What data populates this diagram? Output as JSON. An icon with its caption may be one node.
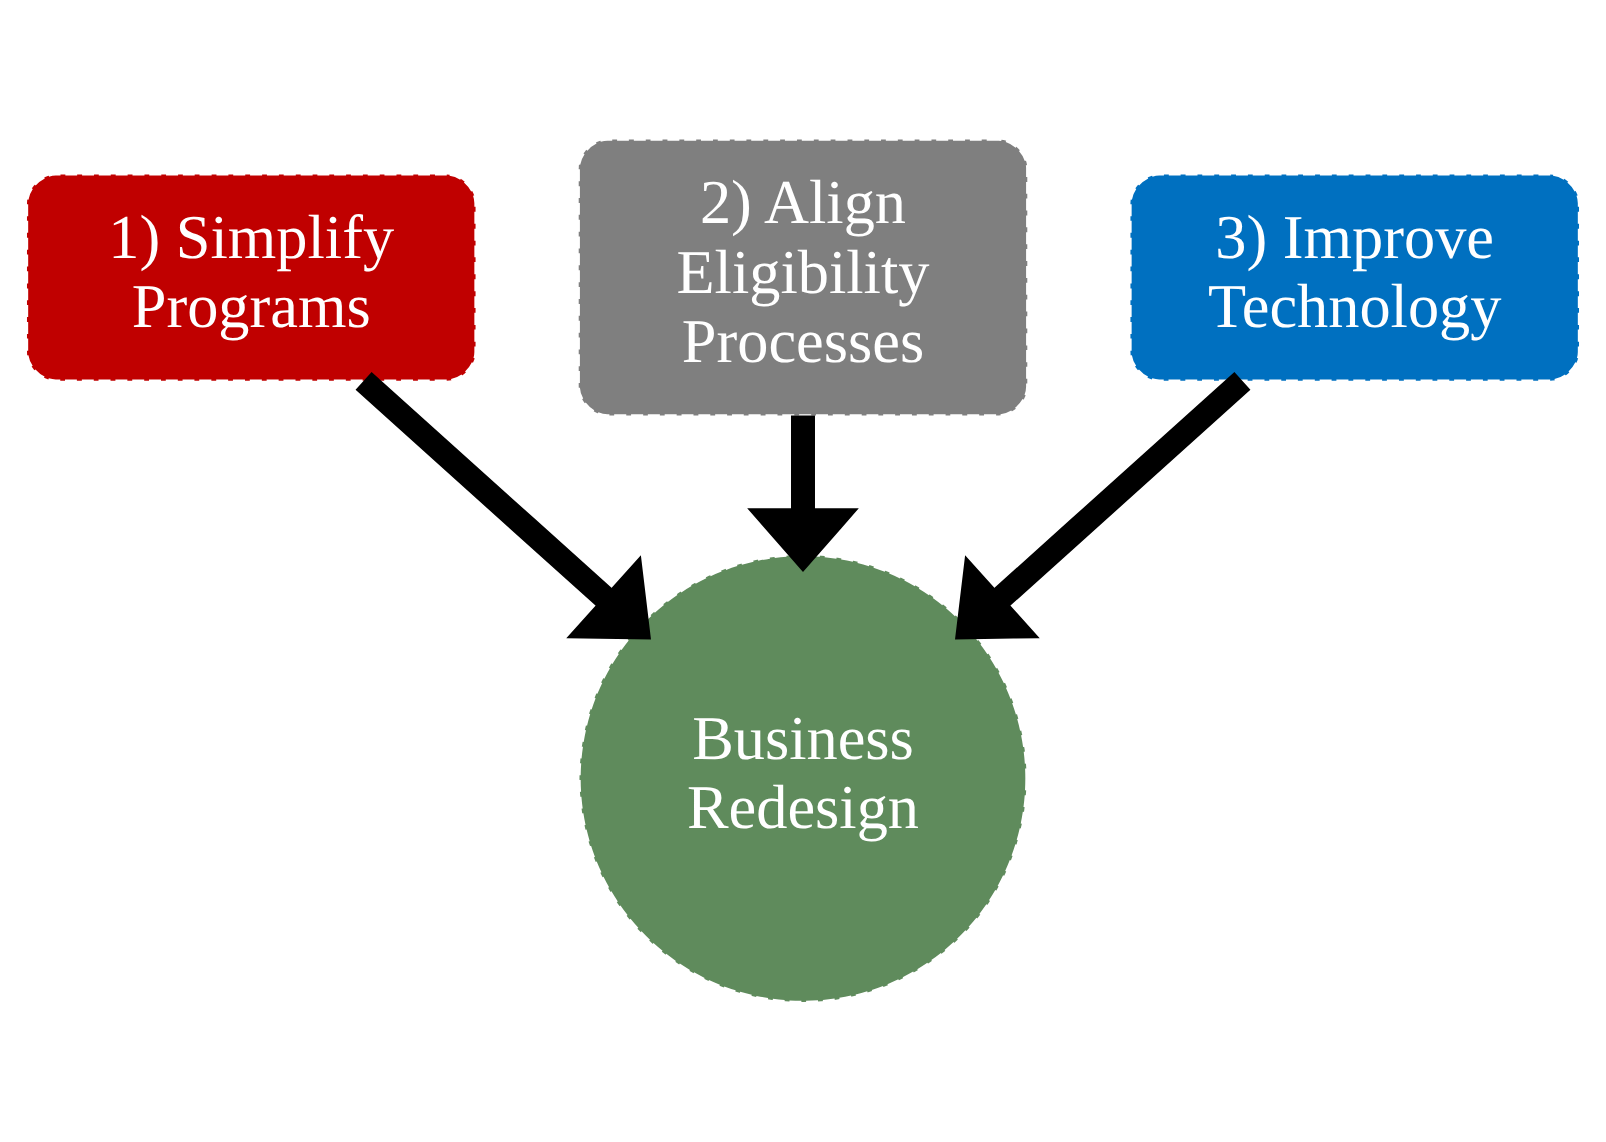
{
  "diagram": {
    "nodes": [
      {
        "text": [
          "1) Simplify Programs"
        ]
      },
      {
        "text": [
          "2) Align Eligibility Processes"
        ]
      },
      {
        "text": [
          "3) Improve Technology"
        ]
      },
      {
        "text": [
          "Business Redesign"
        ]
      }
    ],
    "edges": [
      {
        "from": 0,
        "to": 3,
        "arrow": "to"
      },
      {
        "from": 1,
        "to": 3,
        "arrow": "to"
      },
      {
        "from": 2,
        "to": 3,
        "arrow": "to"
      }
    ]
  }
}
